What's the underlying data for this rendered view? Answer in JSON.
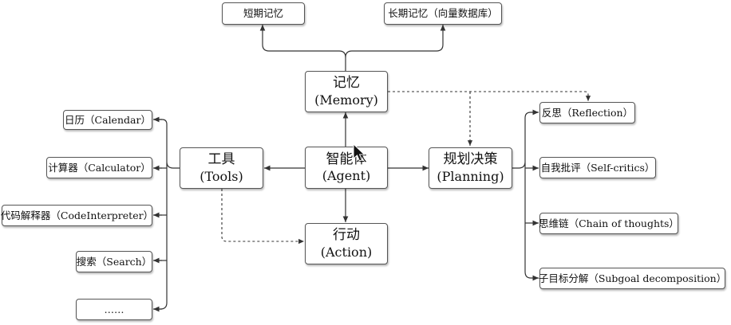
{
  "diagram": {
    "center": {
      "l1": "智能体",
      "l2": "(Agent)"
    },
    "memory": {
      "box": {
        "l1": "记忆",
        "l2": "(Memory)"
      },
      "children": [
        "短期记忆",
        "长期记忆（向量数据库）"
      ]
    },
    "tools": {
      "box": {
        "l1": "工具",
        "l2": "(Tools)"
      },
      "children": [
        "日历（Calendar）",
        "计算器（Calculator）",
        "代码解释器（CodeInterpreter）",
        "搜索（Search）",
        "……"
      ]
    },
    "planning": {
      "box": {
        "l1": "规划决策",
        "l2": "(Planning)"
      },
      "children": [
        "反思（Reflection）",
        "自我批评（Self-critics）",
        "思维链（Chain of thoughts）",
        "子目标分解（Subgoal decomposition）"
      ]
    },
    "action": {
      "box": {
        "l1": "行动",
        "l2": "(Action)"
      }
    }
  },
  "colors": {
    "line": "#333333",
    "border": "#555555",
    "background": "#ffffff"
  }
}
